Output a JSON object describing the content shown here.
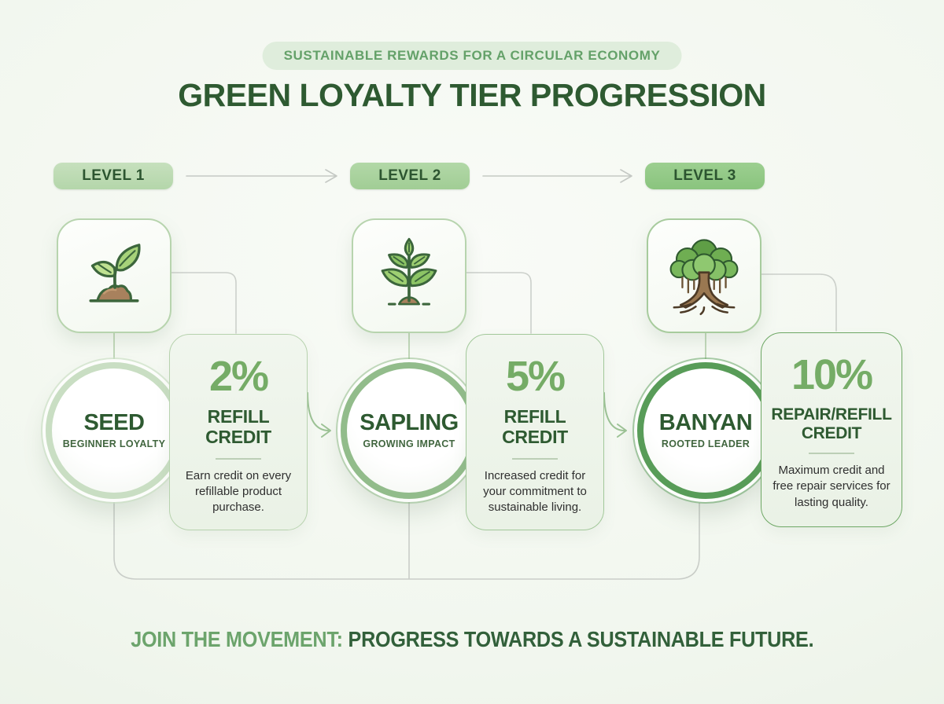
{
  "badge": "SUSTAINABLE REWARDS FOR A CIRCULAR ECONOMY",
  "title": "GREEN LOYALTY TIER PROGRESSION",
  "tiers": [
    {
      "level": "LEVEL 1",
      "icon": "seed-sprout",
      "name": "SEED",
      "subtitle": "BEGINNER LOYALTY",
      "benefit_value": "2%",
      "benefit_title": "REFILL CREDIT",
      "benefit_description": "Earn credit on every refillable product purchase."
    },
    {
      "level": "LEVEL 2",
      "icon": "sapling",
      "name": "SAPLING",
      "subtitle": "GROWING IMPACT",
      "benefit_value": "5%",
      "benefit_title": "REFILL CREDIT",
      "benefit_description": "Increased credit for your commitment to sustainable living."
    },
    {
      "level": "LEVEL 3",
      "icon": "banyan-tree",
      "name": "BANYAN",
      "subtitle": "ROOTED LEADER",
      "benefit_value": "10%",
      "benefit_title": "REPAIR/REFILL CREDIT",
      "benefit_description": "Maximum credit and free repair services for lasting quality."
    }
  ],
  "footer": {
    "highlight": "JOIN THE MOVEMENT:",
    "message": "PROGRESS TOWARDS A SUSTAINABLE FUTURE."
  },
  "colors": {
    "title_green": "#2e5a31",
    "accent_green": "#75ac66",
    "level1_pill": "#bedbb5",
    "level2_pill": "#a9d39e",
    "level3_pill": "#90c885",
    "connector_gray": "#c9cdc8",
    "connector_green": "#9dc396",
    "badge_bg": "#dfeddc"
  }
}
